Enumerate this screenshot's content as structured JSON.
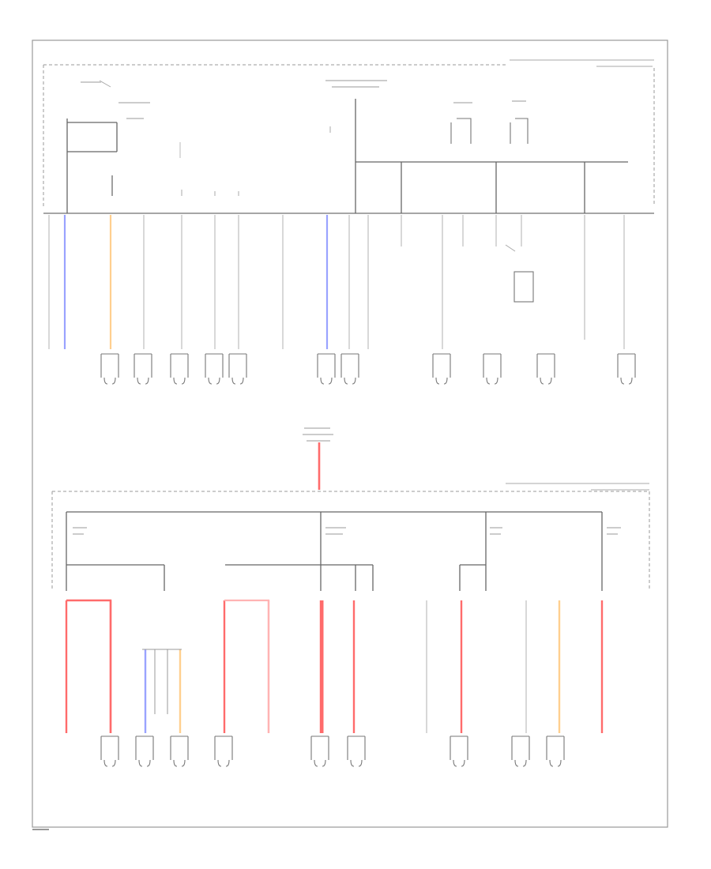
{
  "colors": {
    "wire_gray": "#c8c8c8",
    "wire_blue": "#9aa3ff",
    "wire_orange": "#ffcf8f",
    "wire_red": "#ff6b6b",
    "wire_pink": "#ffb3b3",
    "bus_line": "#666666",
    "frame": "#9a9a9a"
  },
  "top_section": {
    "wire_colors": [
      "gray",
      "blue",
      "orange",
      "gray",
      "gray",
      "gray",
      "gray",
      "gray",
      "blue",
      "gray",
      "gray",
      "gray",
      "gray",
      "gray",
      "gray",
      "gray",
      "gray",
      "gray"
    ],
    "component_icons": [
      "connector-icon",
      "fuse-icon",
      "relay-icon"
    ]
  },
  "bottom_section": {
    "wire_colors": [
      "red",
      "red",
      "blue",
      "orange",
      "red",
      "pink",
      "red",
      "red",
      "gray",
      "red",
      "gray",
      "orange",
      "red"
    ],
    "component_icons": [
      "connector-icon",
      "fuse-icon"
    ]
  }
}
